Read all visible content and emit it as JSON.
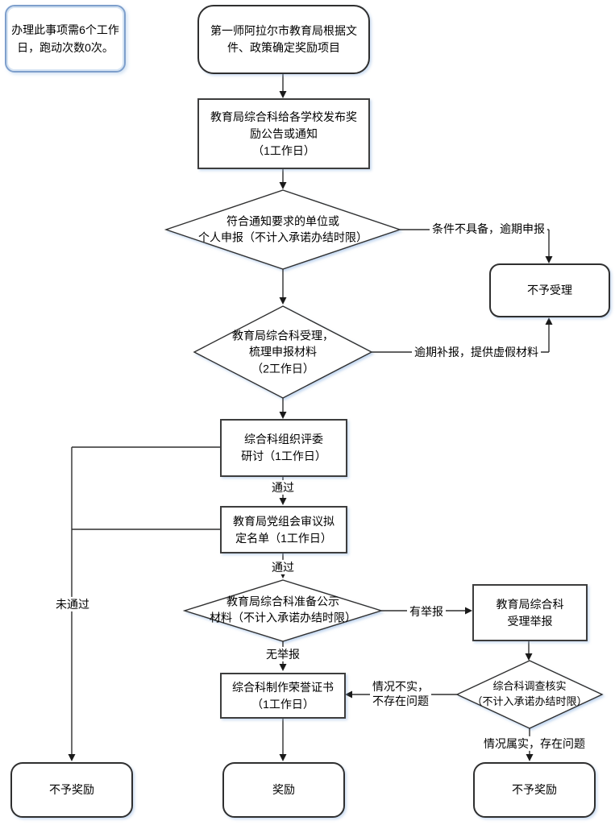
{
  "colors": {
    "note_border_blue": "#7e9fcc",
    "note_inner_blue": "#d6e4f3",
    "line_color": "#2f2f2f",
    "shadow_blue": "#8db3e2"
  },
  "note": {
    "text": "办理此事项需6个工作\n日，跑动次数0次。"
  },
  "nodes": {
    "start": {
      "text": "第一师阿拉尔市教育局根据文\n件、政策确定奖励项目"
    },
    "publish_notice": {
      "text": "教育局综合科给各学校发布奖\n励公告或通知\n（1工作日）"
    },
    "decision_apply": {
      "text": "符合通知要求的单位或\n个人申报（不计入承诺办结时限）"
    },
    "reject_acceptance": {
      "text": "不予受理"
    },
    "decision_accept_materials": {
      "text": "教育局综合科受理，\n梳理申报材料\n（2工作日）"
    },
    "committee_review": {
      "text": "综合科组织评委\n研讨（1工作日）"
    },
    "party_meeting": {
      "text": "教育局党组会审议拟\n定名单（1工作日）"
    },
    "decision_publicity": {
      "text": "教育局综合科准备公示\n材料（不计入承诺办结时限）"
    },
    "accept_report": {
      "text": "教育局综合科\n受理举报"
    },
    "decision_verify": {
      "text": "综合科调查核实\n（不计入承诺办结时限）"
    },
    "make_certificate": {
      "text": "综合科制作荣誉证书\n（1工作日）"
    },
    "no_award_left": {
      "text": "不予奖励"
    },
    "award": {
      "text": "奖励"
    },
    "no_award_right": {
      "text": "不予奖励"
    }
  },
  "edge_labels": {
    "condition_not_met": "条件不具备，逾期申报",
    "overdue_false_material": "逾期补报，提供虚假材料",
    "pass_1": "通过",
    "pass_2": "通过",
    "not_pass": "未通过",
    "no_report": "无举报",
    "has_report": "有举报",
    "untrue_no_problem": "情况不实，\n不存在问题",
    "true_problem": "情况属实，存在问题"
  }
}
